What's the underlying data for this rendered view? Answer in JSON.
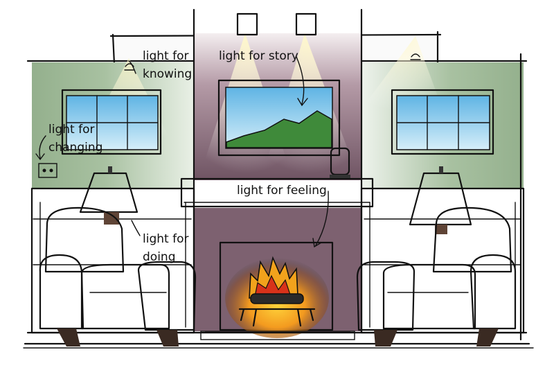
{
  "labels": {
    "knowing": [
      "light for",
      "knowing"
    ],
    "story": "light for story",
    "changing": [
      "light for",
      "changing"
    ],
    "feeling": "light for feeling",
    "doing": [
      "light for",
      "doing"
    ]
  },
  "colors": {
    "wall_green": "#9db796",
    "chimney_mauve": "#7a5f6c",
    "chair_brown": "#7a5a48",
    "lamp_shade": "#f8eca4",
    "fire_orange": "#f2a21c",
    "fire_red": "#d8321a",
    "sky_blue": "#8ecbea",
    "mountain_green": "#3f8a3a",
    "firebox_dark": "#3c3c3c"
  },
  "icons": [
    "recessed-light-icon",
    "wall-switch-icon",
    "table-lamp-icon",
    "accent-lamp-icon",
    "fire-icon"
  ]
}
